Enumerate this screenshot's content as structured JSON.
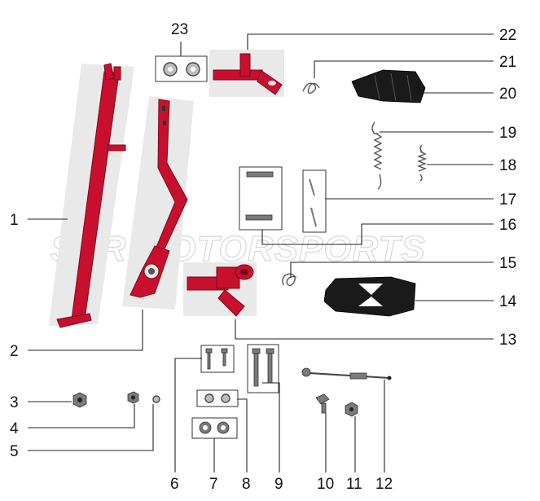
{
  "watermark": "SSR MOTORSPORTS",
  "callouts": [
    "1",
    "2",
    "3",
    "4",
    "5",
    "6",
    "7",
    "8",
    "9",
    "10",
    "11",
    "12",
    "13",
    "14",
    "15",
    "16",
    "17",
    "18",
    "19",
    "20",
    "21",
    "22",
    "23"
  ],
  "colors": {
    "frame_red": "#c8102e",
    "rubber_black": "#1a1a1a",
    "leader": "#222222"
  }
}
